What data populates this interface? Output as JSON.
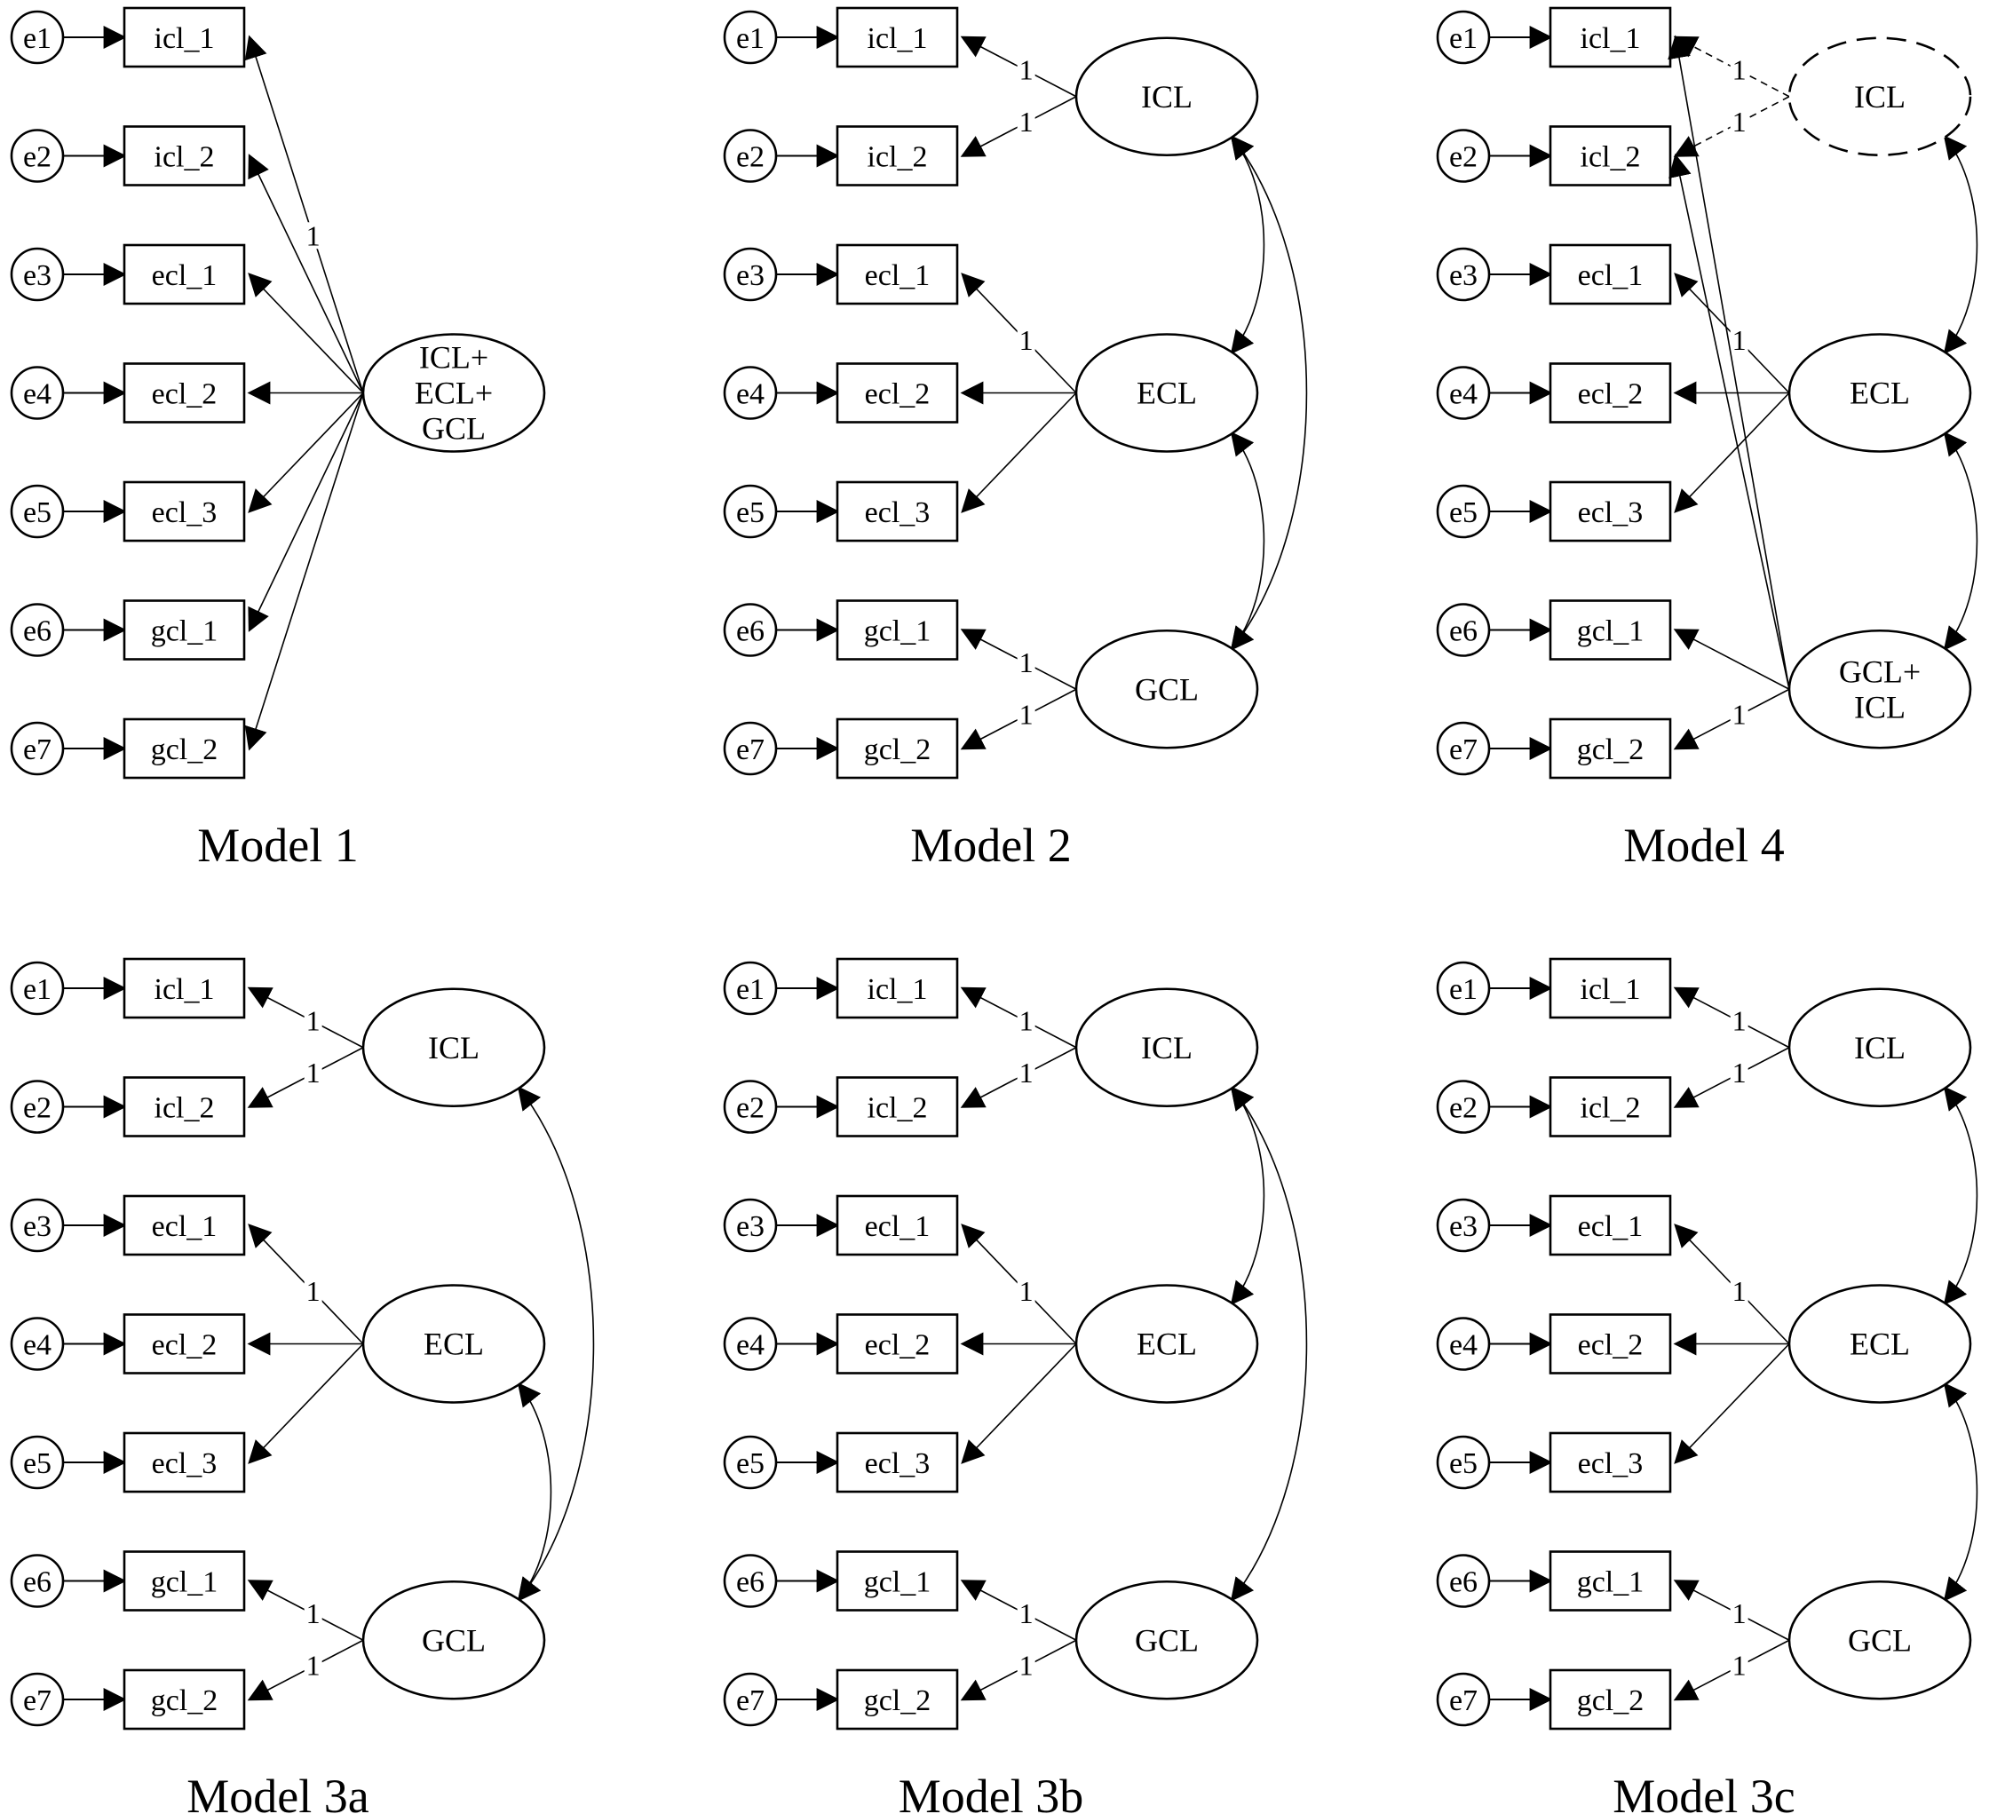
{
  "models": [
    {
      "title": "Model 1",
      "errors": [
        "e1",
        "e2",
        "e3",
        "e4",
        "e5",
        "e6",
        "e7"
      ],
      "indicators": [
        "icl_1",
        "icl_2",
        "ecl_1",
        "ecl_2",
        "ecl_3",
        "gcl_1",
        "gcl_2"
      ],
      "latents": [
        {
          "label_lines": [
            "ICL+",
            "ECL+",
            "GCL"
          ],
          "row": 3,
          "dashed": false
        }
      ],
      "loadings": [
        {
          "from": 0,
          "to": 0,
          "label": "1",
          "dashed": false
        },
        {
          "from": 0,
          "to": 1,
          "label": "",
          "dashed": false
        },
        {
          "from": 0,
          "to": 2,
          "label": "",
          "dashed": false
        },
        {
          "from": 0,
          "to": 3,
          "label": "",
          "dashed": false
        },
        {
          "from": 0,
          "to": 4,
          "label": "",
          "dashed": false
        },
        {
          "from": 0,
          "to": 5,
          "label": "",
          "dashed": false
        },
        {
          "from": 0,
          "to": 6,
          "label": "",
          "dashed": false
        }
      ],
      "covariances": []
    },
    {
      "title": "Model 2",
      "errors": [
        "e1",
        "e2",
        "e3",
        "e4",
        "e5",
        "e6",
        "e7"
      ],
      "indicators": [
        "icl_1",
        "icl_2",
        "ecl_1",
        "ecl_2",
        "ecl_3",
        "gcl_1",
        "gcl_2"
      ],
      "latents": [
        {
          "label_lines": [
            "ICL"
          ],
          "row": 0.5,
          "dashed": false
        },
        {
          "label_lines": [
            "ECL"
          ],
          "row": 3,
          "dashed": false
        },
        {
          "label_lines": [
            "GCL"
          ],
          "row": 5.5,
          "dashed": false
        }
      ],
      "loadings": [
        {
          "from": 0,
          "to": 0,
          "label": "1",
          "dashed": false
        },
        {
          "from": 0,
          "to": 1,
          "label": "1",
          "dashed": false
        },
        {
          "from": 1,
          "to": 2,
          "label": "1",
          "dashed": false
        },
        {
          "from": 1,
          "to": 3,
          "label": "",
          "dashed": false
        },
        {
          "from": 1,
          "to": 4,
          "label": "",
          "dashed": false
        },
        {
          "from": 2,
          "to": 5,
          "label": "1",
          "dashed": false
        },
        {
          "from": 2,
          "to": 6,
          "label": "1",
          "dashed": false
        }
      ],
      "covariances": [
        [
          0,
          1,
          1
        ],
        [
          1,
          2,
          1
        ],
        [
          0,
          2,
          2
        ]
      ]
    },
    {
      "title": "Model 4",
      "errors": [
        "e1",
        "e2",
        "e3",
        "e4",
        "e5",
        "e6",
        "e7"
      ],
      "indicators": [
        "icl_1",
        "icl_2",
        "ecl_1",
        "ecl_2",
        "ecl_3",
        "gcl_1",
        "gcl_2"
      ],
      "latents": [
        {
          "label_lines": [
            "ICL"
          ],
          "row": 0.5,
          "dashed": true
        },
        {
          "label_lines": [
            "ECL"
          ],
          "row": 3,
          "dashed": false
        },
        {
          "label_lines": [
            "GCL+",
            "ICL"
          ],
          "row": 5.5,
          "dashed": false
        }
      ],
      "loadings": [
        {
          "from": 0,
          "to": 0,
          "label": "1",
          "dashed": true
        },
        {
          "from": 0,
          "to": 1,
          "label": "1",
          "dashed": true
        },
        {
          "from": 1,
          "to": 2,
          "label": "1",
          "dashed": false
        },
        {
          "from": 1,
          "to": 3,
          "label": "",
          "dashed": false
        },
        {
          "from": 1,
          "to": 4,
          "label": "",
          "dashed": false
        },
        {
          "from": 2,
          "to": 0,
          "label": "",
          "dashed": false
        },
        {
          "from": 2,
          "to": 1,
          "label": "",
          "dashed": false
        },
        {
          "from": 2,
          "to": 5,
          "label": "",
          "dashed": false
        },
        {
          "from": 2,
          "to": 6,
          "label": "1",
          "dashed": false
        }
      ],
      "covariances": [
        [
          0,
          1,
          1
        ],
        [
          1,
          2,
          1
        ]
      ]
    },
    {
      "title": "Model 3a",
      "errors": [
        "e1",
        "e2",
        "e3",
        "e4",
        "e5",
        "e6",
        "e7"
      ],
      "indicators": [
        "icl_1",
        "icl_2",
        "ecl_1",
        "ecl_2",
        "ecl_3",
        "gcl_1",
        "gcl_2"
      ],
      "latents": [
        {
          "label_lines": [
            "ICL"
          ],
          "row": 0.5,
          "dashed": false
        },
        {
          "label_lines": [
            "ECL"
          ],
          "row": 3,
          "dashed": false
        },
        {
          "label_lines": [
            "GCL"
          ],
          "row": 5.5,
          "dashed": false
        }
      ],
      "loadings": [
        {
          "from": 0,
          "to": 0,
          "label": "1",
          "dashed": false
        },
        {
          "from": 0,
          "to": 1,
          "label": "1",
          "dashed": false
        },
        {
          "from": 1,
          "to": 2,
          "label": "1",
          "dashed": false
        },
        {
          "from": 1,
          "to": 3,
          "label": "",
          "dashed": false
        },
        {
          "from": 1,
          "to": 4,
          "label": "",
          "dashed": false
        },
        {
          "from": 2,
          "to": 5,
          "label": "1",
          "dashed": false
        },
        {
          "from": 2,
          "to": 6,
          "label": "1",
          "dashed": false
        }
      ],
      "covariances": [
        [
          1,
          2,
          1
        ],
        [
          0,
          2,
          2
        ]
      ]
    },
    {
      "title": "Model 3b",
      "errors": [
        "e1",
        "e2",
        "e3",
        "e4",
        "e5",
        "e6",
        "e7"
      ],
      "indicators": [
        "icl_1",
        "icl_2",
        "ecl_1",
        "ecl_2",
        "ecl_3",
        "gcl_1",
        "gcl_2"
      ],
      "latents": [
        {
          "label_lines": [
            "ICL"
          ],
          "row": 0.5,
          "dashed": false
        },
        {
          "label_lines": [
            "ECL"
          ],
          "row": 3,
          "dashed": false
        },
        {
          "label_lines": [
            "GCL"
          ],
          "row": 5.5,
          "dashed": false
        }
      ],
      "loadings": [
        {
          "from": 0,
          "to": 0,
          "label": "1",
          "dashed": false
        },
        {
          "from": 0,
          "to": 1,
          "label": "1",
          "dashed": false
        },
        {
          "from": 1,
          "to": 2,
          "label": "1",
          "dashed": false
        },
        {
          "from": 1,
          "to": 3,
          "label": "",
          "dashed": false
        },
        {
          "from": 1,
          "to": 4,
          "label": "",
          "dashed": false
        },
        {
          "from": 2,
          "to": 5,
          "label": "1",
          "dashed": false
        },
        {
          "from": 2,
          "to": 6,
          "label": "1",
          "dashed": false
        }
      ],
      "covariances": [
        [
          0,
          1,
          1
        ],
        [
          0,
          2,
          2
        ]
      ]
    },
    {
      "title": "Model 3c",
      "errors": [
        "e1",
        "e2",
        "e3",
        "e4",
        "e5",
        "e6",
        "e7"
      ],
      "indicators": [
        "icl_1",
        "icl_2",
        "ecl_1",
        "ecl_2",
        "ecl_3",
        "gcl_1",
        "gcl_2"
      ],
      "latents": [
        {
          "label_lines": [
            "ICL"
          ],
          "row": 0.5,
          "dashed": false
        },
        {
          "label_lines": [
            "ECL"
          ],
          "row": 3,
          "dashed": false
        },
        {
          "label_lines": [
            "GCL"
          ],
          "row": 5.5,
          "dashed": false
        }
      ],
      "loadings": [
        {
          "from": 0,
          "to": 0,
          "label": "1",
          "dashed": false
        },
        {
          "from": 0,
          "to": 1,
          "label": "1",
          "dashed": false
        },
        {
          "from": 1,
          "to": 2,
          "label": "1",
          "dashed": false
        },
        {
          "from": 1,
          "to": 3,
          "label": "",
          "dashed": false
        },
        {
          "from": 1,
          "to": 4,
          "label": "",
          "dashed": false
        },
        {
          "from": 2,
          "to": 5,
          "label": "1",
          "dashed": false
        },
        {
          "from": 2,
          "to": 6,
          "label": "1",
          "dashed": false
        }
      ],
      "covariances": [
        [
          0,
          1,
          1
        ],
        [
          1,
          2,
          1
        ]
      ]
    }
  ]
}
